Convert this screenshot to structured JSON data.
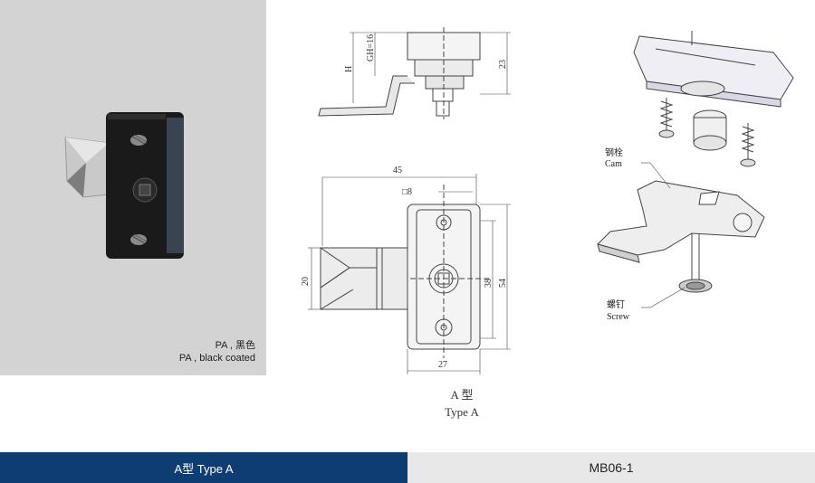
{
  "photo": {
    "caption_cn": "PA , 黑色",
    "caption_en": "PA , black coated"
  },
  "drawing": {
    "dims": {
      "gh": "GH=16",
      "h": "H",
      "d23": "23",
      "d45": "45",
      "square8": "□8",
      "d20": "20",
      "d38": "38",
      "d54": "54",
      "d27": "27"
    },
    "type_caption_cn": "A 型",
    "type_caption_en": "Type A"
  },
  "exploded": {
    "cam_cn": "钢栓",
    "cam_en": "Cam",
    "screw_cn": "螺钉",
    "screw_en": "Screw"
  },
  "footer": {
    "left_label": "A型  Type  A",
    "right_label": "MB06-1"
  },
  "colors": {
    "footer_blue": "#0e3d73",
    "footer_gray": "#e8e8e8",
    "photo_bg": "#d3d3d3"
  }
}
